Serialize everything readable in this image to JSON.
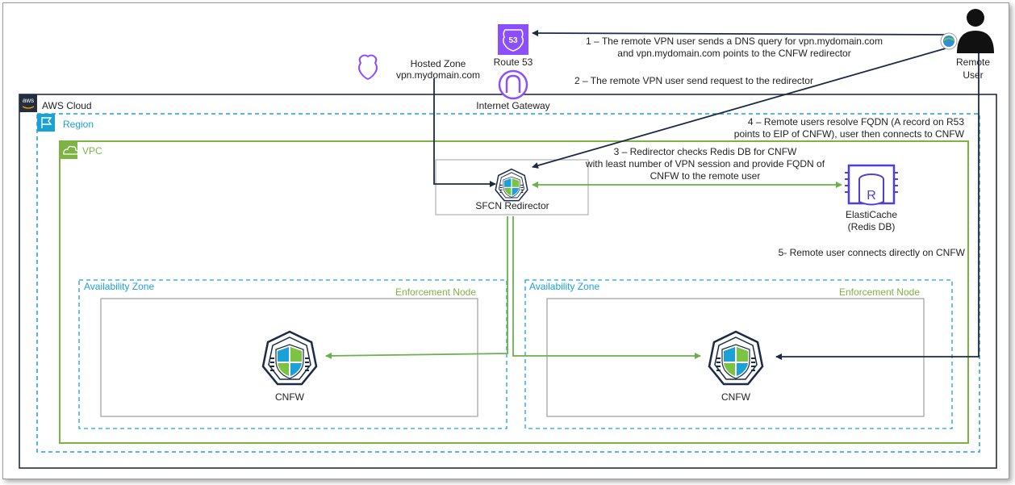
{
  "services": {
    "route53": {
      "label": "Route 53",
      "badge": "53"
    },
    "hosted_zone": {
      "line1": "Hosted Zone",
      "line2": "vpn.mydomain.com"
    },
    "internet_gateway": {
      "label": "Internet Gateway"
    },
    "remote_user": {
      "line1": "Remote",
      "line2": "User"
    },
    "redirector": {
      "label": "SFCN Redirector"
    },
    "elasticache": {
      "line1": "ElastiCache",
      "line2": "(Redis DB)",
      "glyph": "R"
    }
  },
  "containers": {
    "aws_cloud": "AWS Cloud",
    "aws_logo": "aws",
    "region": "Region",
    "vpc": "VPC",
    "az_left": "Availability Zone",
    "az_right": "Availability Zone",
    "node_left": "Enforcement Node",
    "node_right": "Enforcement Node",
    "cnfw_left": "CNFW",
    "cnfw_right": "CNFW"
  },
  "steps": {
    "step1_line1": "1 – The remote VPN user sends a DNS query for vpn.mydomain.com",
    "step1_line2": "and vpn.mydomain.com points to the CNFW redirector",
    "step2": "2 – The remote VPN user send request to the redirector",
    "step3_line1": "3 – Redirector checks Redis DB for CNFW",
    "step3_line2": "with least number of VPN session and provide FQDN of",
    "step3_line3": "CNFW to the remote user",
    "step4_line1": "4 – Remote users resolve FQDN (A record on R53",
    "step4_line2": "points to EIP of CNFW), user then connects to CNFW",
    "step5": "5- Remote user connects directly on CNFW"
  },
  "colors": {
    "aws_border": "#232f3e",
    "region": "#1aa1d6",
    "vpc": "#7cb342",
    "route53": "#8c4fff",
    "flow_dark": "#1b2a47",
    "flow_green": "#6ab04c",
    "shield_blue": "#1ba0d7",
    "shield_green": "#7cc243"
  }
}
